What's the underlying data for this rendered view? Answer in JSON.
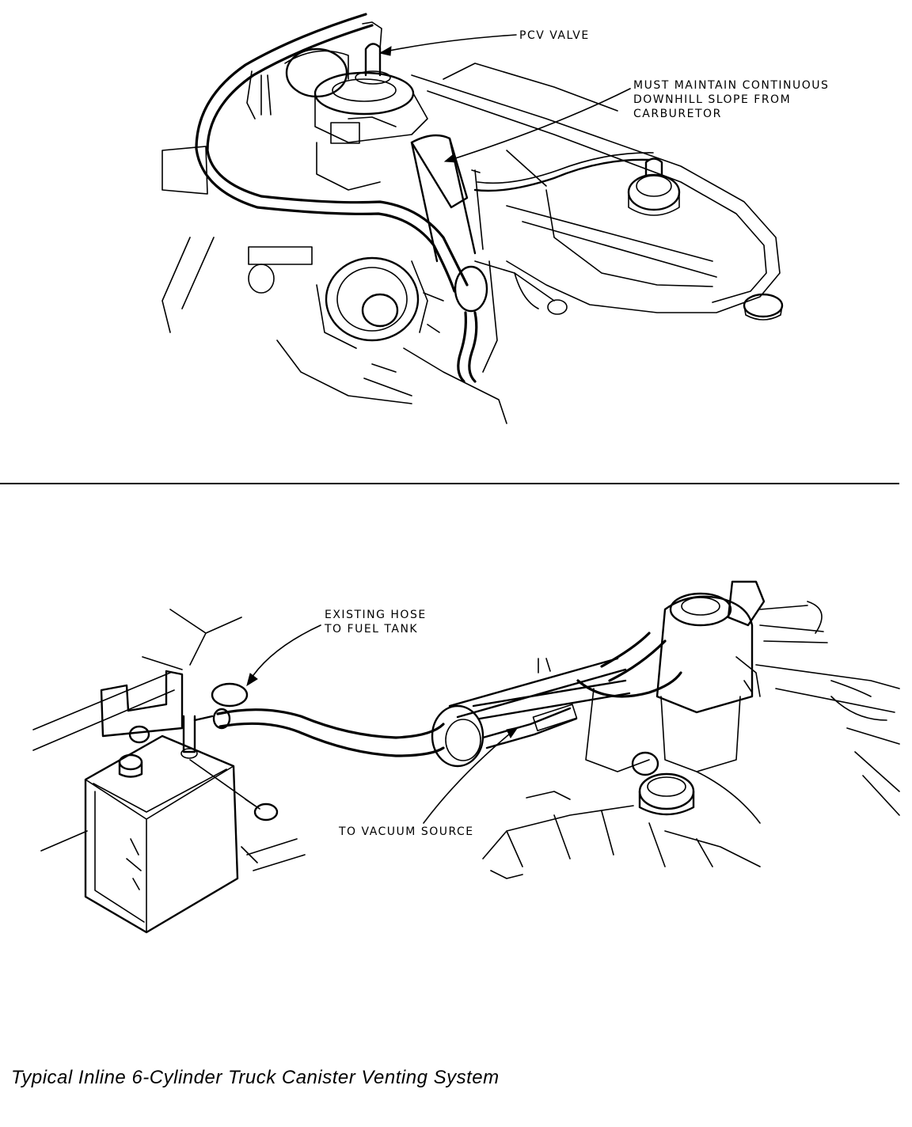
{
  "top_figure": {
    "labels": {
      "pcv_valve": "PCV VALVE",
      "slope_line1": "MUST MAINTAIN CONTINUOUS",
      "slope_line2": "DOWNHILL SLOPE FROM",
      "slope_line3": "CARBURETOR"
    }
  },
  "bottom_figure": {
    "labels": {
      "hose_line1": "EXISTING HOSE",
      "hose_line2": "TO FUEL TANK",
      "vacuum": "TO VACUUM SOURCE"
    }
  },
  "caption": "Typical Inline 6-Cylinder Truck Canister Venting System"
}
